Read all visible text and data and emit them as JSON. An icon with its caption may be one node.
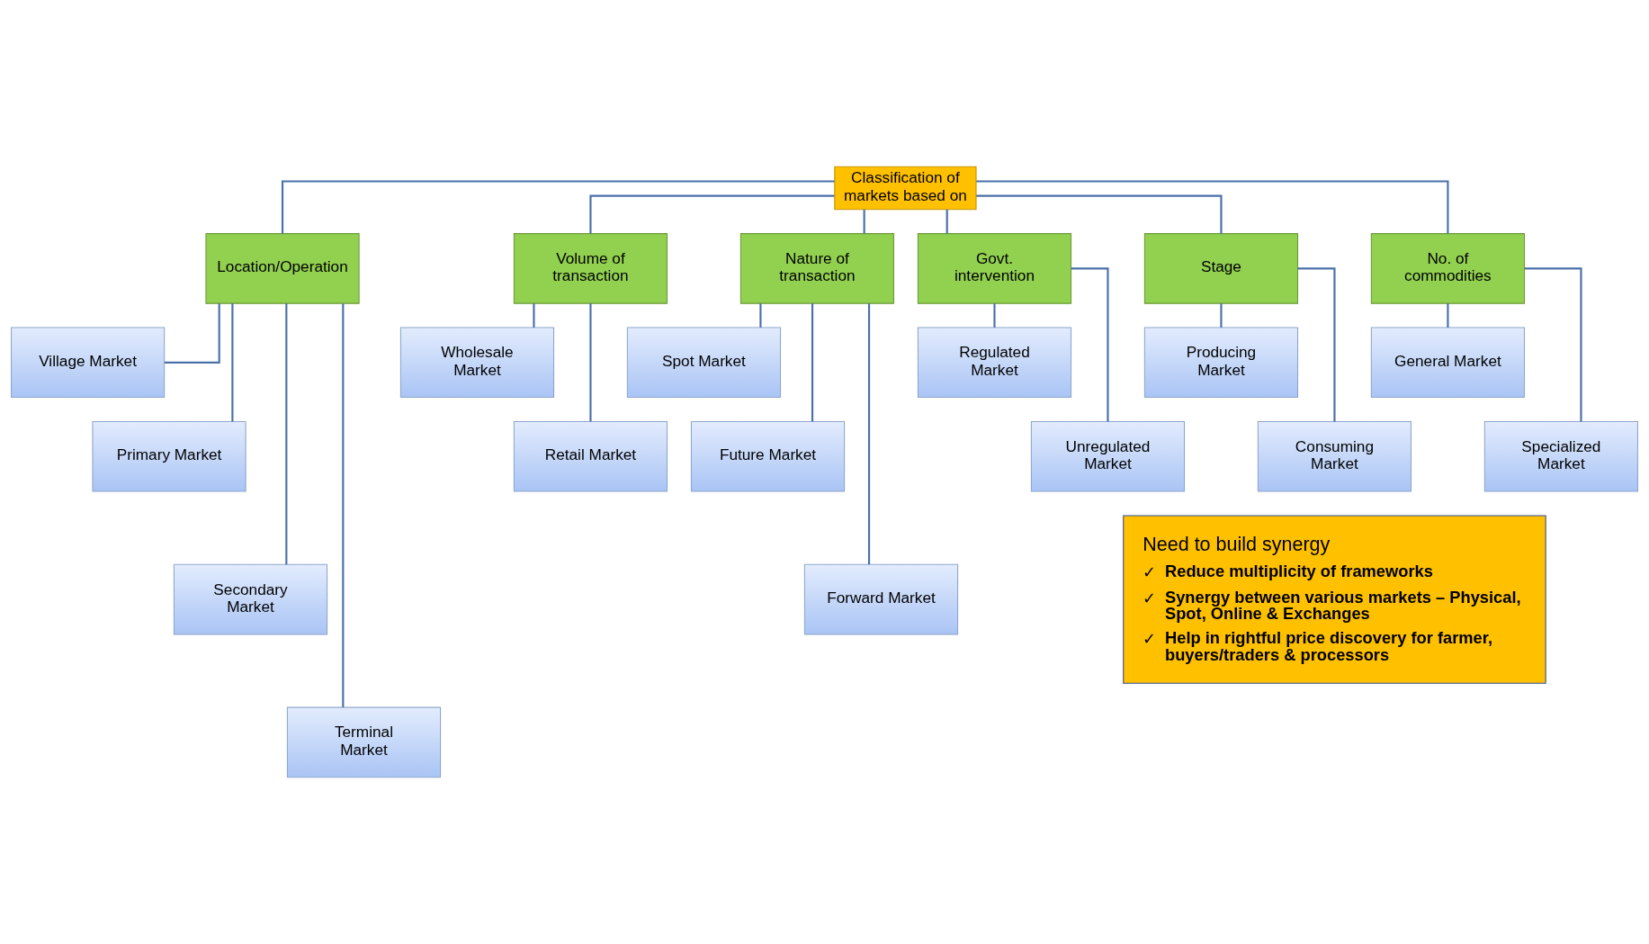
{
  "diagram": {
    "nodes": [
      {
        "text": [
          "Classification of markets based on"
        ]
      },
      {
        "text": [
          "Location/Operation"
        ]
      },
      {
        "text": [
          "Volume of transaction"
        ]
      },
      {
        "text": [
          "Nature of transaction"
        ]
      },
      {
        "text": [
          "Govt. intervention"
        ]
      },
      {
        "text": [
          "Stage"
        ]
      },
      {
        "text": [
          "No. of commodities"
        ]
      },
      {
        "text": [
          "Village Market"
        ]
      },
      {
        "text": [
          "Primary Market"
        ]
      },
      {
        "text": [
          "Secondary Market"
        ]
      },
      {
        "text": [
          "Terminal Market"
        ]
      },
      {
        "text": [
          "Wholesale Market"
        ]
      },
      {
        "text": [
          "Retail Market"
        ]
      },
      {
        "text": [
          "Spot Market"
        ]
      },
      {
        "text": [
          "Future Market"
        ]
      },
      {
        "text": [
          "Forward Market"
        ]
      },
      {
        "text": [
          "Regulated Market"
        ]
      },
      {
        "text": [
          "Unregulated Market"
        ]
      },
      {
        "text": [
          "Producing Market"
        ]
      },
      {
        "text": [
          "Consuming Market"
        ]
      },
      {
        "text": [
          "General Market"
        ]
      },
      {
        "text": [
          "Specialized Market"
        ]
      },
      {
        "text": [
          "Need to build synergy",
          "✓",
          "Reduce multiplicity of frameworks",
          "✓",
          "Synergy between various markets – Physical, Spot, Online & Exchanges",
          "✓",
          "Help in rightful price discovery for farmer, buyers/traders & processors"
        ]
      }
    ],
    "edges": [
      {
        "from": 0,
        "to": 1,
        "arrow": "none"
      },
      {
        "from": 0,
        "to": 2,
        "arrow": "none"
      },
      {
        "from": 0,
        "to": 3,
        "arrow": "none"
      },
      {
        "from": 0,
        "to": 4,
        "arrow": "none"
      },
      {
        "from": 0,
        "to": 5,
        "arrow": "none"
      },
      {
        "from": 0,
        "to": 6,
        "arrow": "none"
      },
      {
        "from": 1,
        "to": 7,
        "arrow": "none"
      },
      {
        "from": 1,
        "to": 8,
        "arrow": "none"
      },
      {
        "from": 1,
        "to": 9,
        "arrow": "none"
      },
      {
        "from": 1,
        "to": 10,
        "arrow": "none"
      },
      {
        "from": 2,
        "to": 11,
        "arrow": "none"
      },
      {
        "from": 2,
        "to": 12,
        "arrow": "none"
      },
      {
        "from": 3,
        "to": 13,
        "arrow": "none"
      },
      {
        "from": 3,
        "to": 14,
        "arrow": "none"
      },
      {
        "from": 3,
        "to": 15,
        "arrow": "none"
      },
      {
        "from": 4,
        "to": 16,
        "arrow": "none"
      },
      {
        "from": 4,
        "to": 17,
        "arrow": "none"
      },
      {
        "from": 5,
        "to": 18,
        "arrow": "none"
      },
      {
        "from": 5,
        "to": 19,
        "arrow": "none"
      },
      {
        "from": 6,
        "to": 20,
        "arrow": "none"
      },
      {
        "from": 6,
        "to": 21,
        "arrow": "none"
      }
    ]
  }
}
